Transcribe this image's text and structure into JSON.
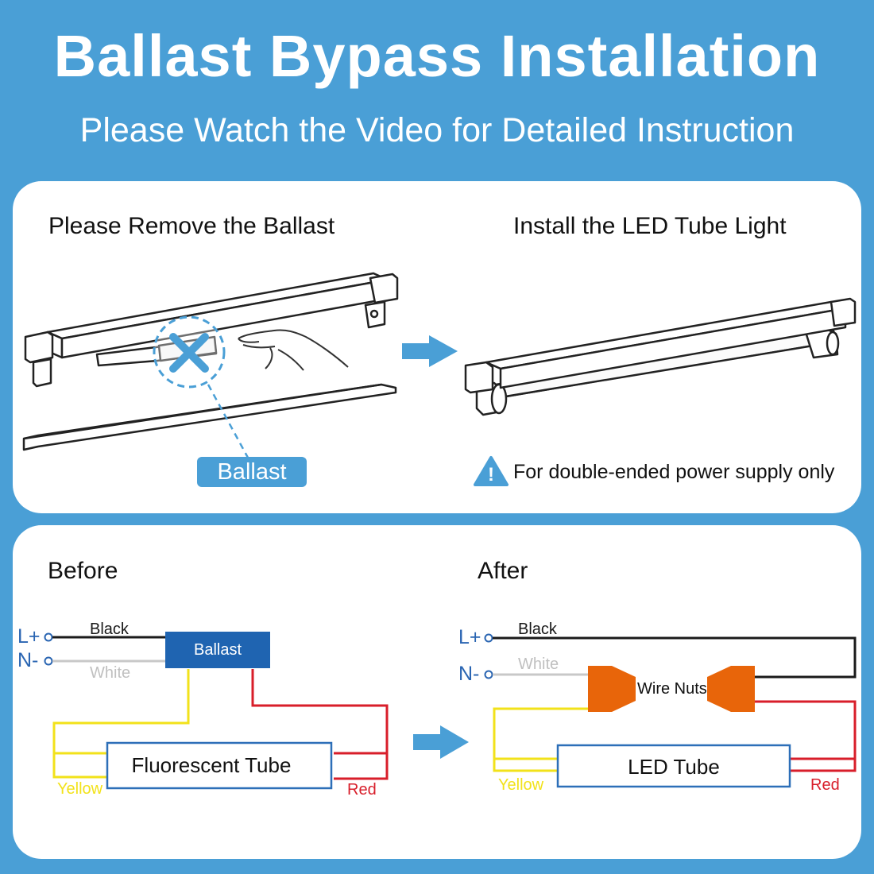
{
  "header": {
    "title": "Ballast Bypass Installation",
    "subtitle": "Please Watch the Video for Detailed Instruction"
  },
  "top_panel": {
    "left_heading": "Please Remove the Ballast",
    "right_heading": "Install the LED Tube Light",
    "ballast_tag": "Ballast",
    "warning_note": "For double-ended power supply only",
    "warning_glyph": "!"
  },
  "bottom_panel": {
    "before": {
      "heading": "Before",
      "live_terminal": "L+",
      "neutral_terminal": "N-",
      "black_wire": "Black",
      "white_wire": "White",
      "ballast_box": "Ballast",
      "tube": "Fluorescent Tube",
      "yellow_wire": "Yellow",
      "red_wire": "Red"
    },
    "after": {
      "heading": "After",
      "live_terminal": "L+",
      "neutral_terminal": "N-",
      "black_wire": "Black",
      "white_wire": "White",
      "wire_nuts": "Wire Nuts",
      "tube": "LED Tube",
      "yellow_wire": "Yellow",
      "red_wire": "Red"
    }
  },
  "colors": {
    "background": "#4a9fd6",
    "ballast_box": "#1f64b1",
    "wire_black": "#1a1a1a",
    "wire_white": "#c8c8c8",
    "wire_yellow": "#f2e21a",
    "wire_red": "#d81e2a",
    "wire_nut": "#e8650a",
    "tube_outline": "#2d6fb8"
  },
  "icons": [
    "arrow-right-icon",
    "warning-triangle-icon",
    "remove-x-icon",
    "hand-icon"
  ]
}
